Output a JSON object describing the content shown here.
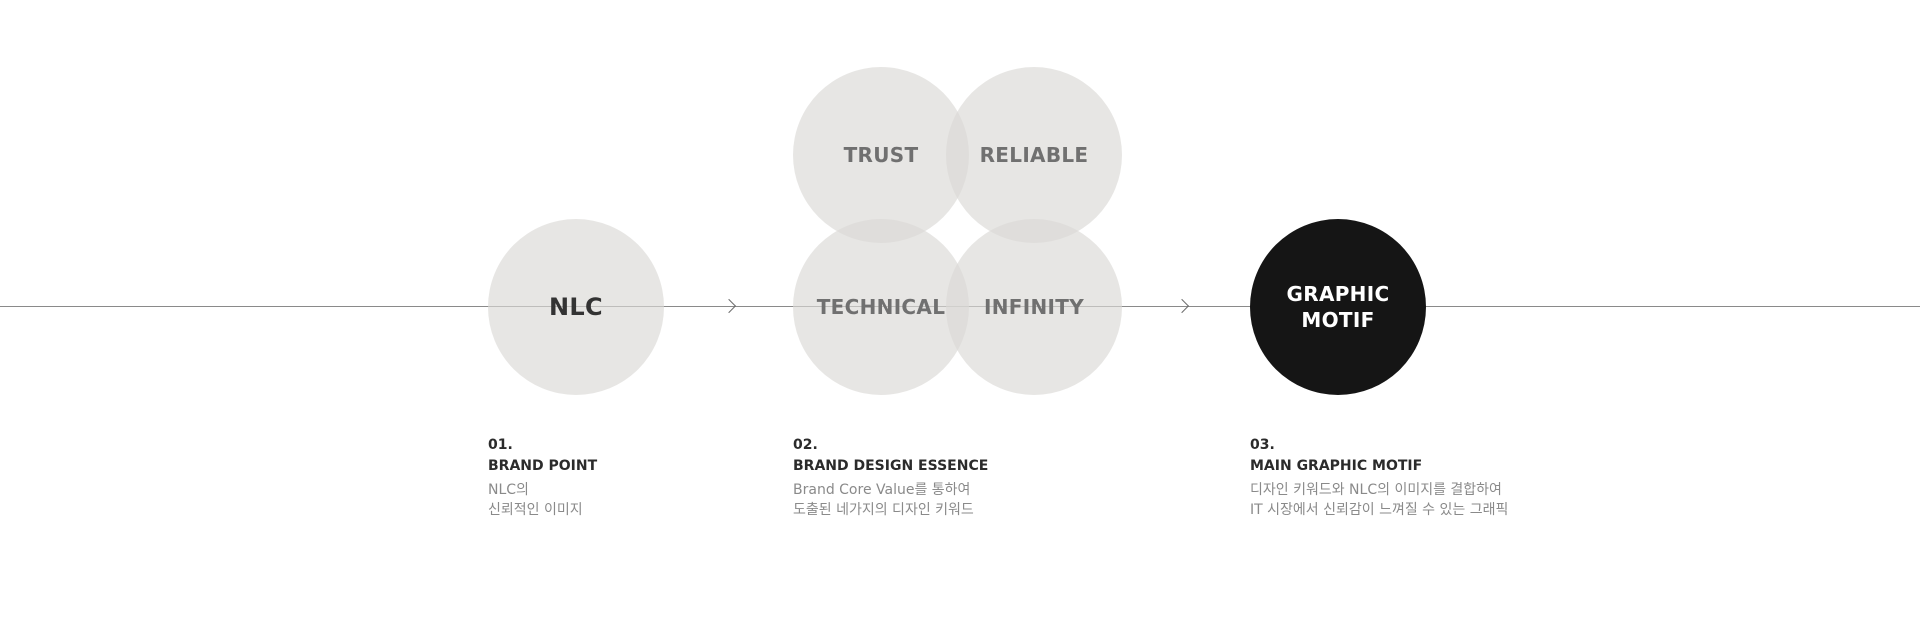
{
  "nodes": {
    "nlc": "NLC",
    "trust": "TRUST",
    "reliable": "RELIABLE",
    "technical": "TECHNICAL",
    "infinity": "INFINITY",
    "motif": "GRAPHIC\nMOTIF"
  },
  "steps": [
    {
      "number": "01.",
      "title": "BRAND POINT",
      "body": "NLC의\n신뢰적인 이미지"
    },
    {
      "number": "02.",
      "title": "BRAND DESIGN ESSENCE",
      "body": "Brand Core Value를 통하여\n도출된 네가지의 디자인 키워드"
    },
    {
      "number": "03.",
      "title": "MAIN GRAPHIC MOTIF",
      "body": "디자인 키워드와 NLC의 이미지를 결합하여\nIT 시장에서 신뢰감이 느껴질 수 있는 그래픽"
    }
  ],
  "colors": {
    "light_circle": "#dad8d5",
    "dark_circle": "#151515",
    "line": "#8a8a8a"
  }
}
